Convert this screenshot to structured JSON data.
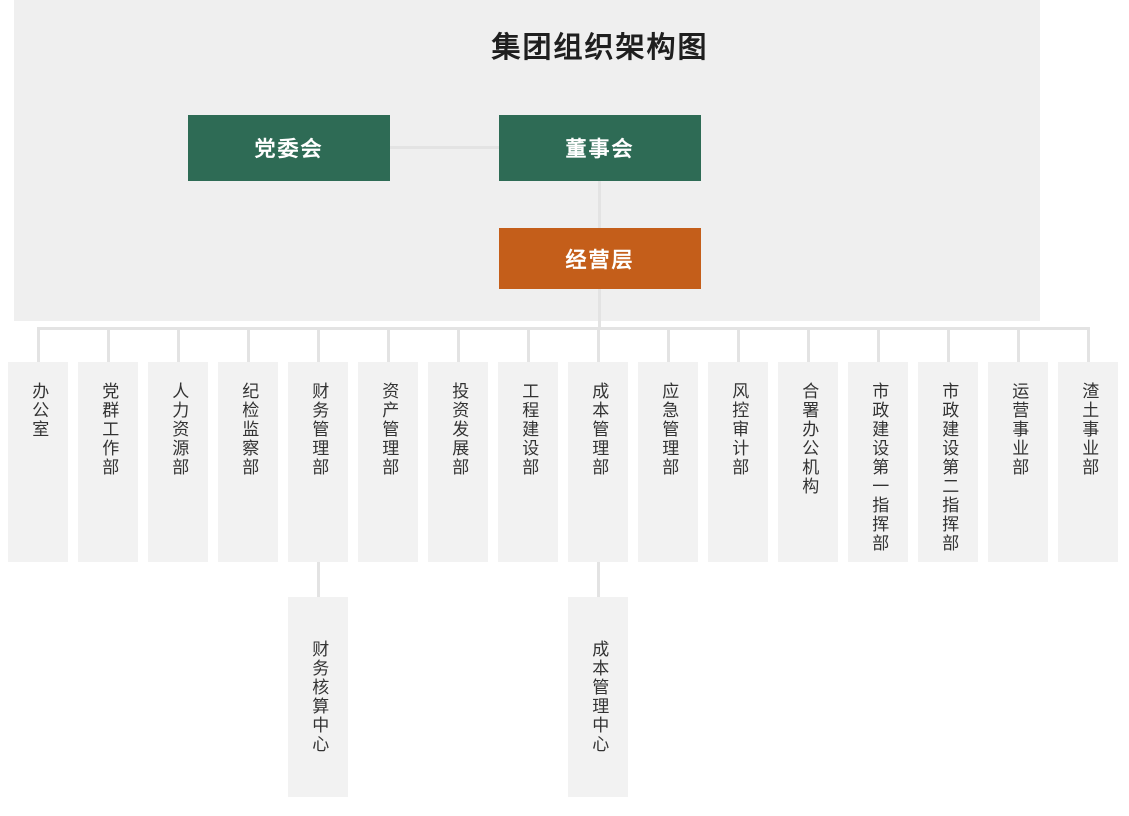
{
  "title": "集团组织架构图",
  "governance": {
    "party_committee": "党委会",
    "board": "董事会",
    "management": "经营层"
  },
  "departments": [
    "办公室",
    "党群工作部",
    "人力资源部",
    "纪检监察部",
    "财务管理部",
    "资产管理部",
    "投资发展部",
    "工程建设部",
    "成本管理部",
    "应急管理部",
    "风控审计部",
    "合署办公机构",
    "市政建设第一指挥部",
    "市政建设第二指挥部",
    "运营事业部",
    "渣土事业部"
  ],
  "sub_centers": [
    {
      "parent": "财务管理部",
      "label": "财务核算中心"
    },
    {
      "parent": "成本管理部",
      "label": "成本管理中心"
    }
  ],
  "colors": {
    "panel_bg": "#efefef",
    "governance_green": "#2e6b55",
    "management_orange": "#c45e1a",
    "dept_bg": "#f2f2f2",
    "connector": "#e3e3e3",
    "text_dark": "#333333",
    "text_white": "#ffffff"
  }
}
